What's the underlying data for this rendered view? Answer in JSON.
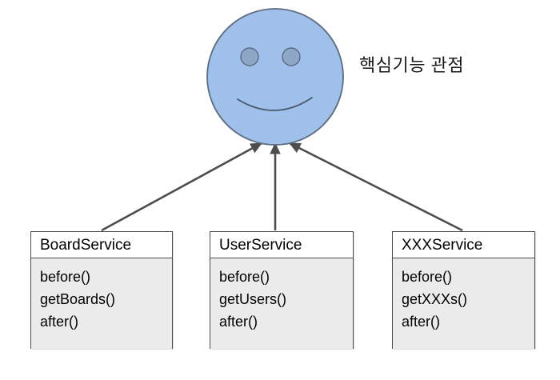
{
  "diagram": {
    "title_label": "핵심기능 관점",
    "face": {
      "icon": "smiley-face",
      "fill_color": "#9fc0ea",
      "stroke_color": "#5b6b80",
      "eye_fill_color": "#8ea7c6",
      "eye_icon_left": "eye-left",
      "eye_icon_right": "eye-right",
      "mouth_icon": "smile-mouth"
    },
    "arrow_color": "#4d4d4d",
    "arrows": [
      {
        "name": "arrow-boardservice-to-face",
        "from": "BoardService",
        "to": "핵심기능 관점"
      },
      {
        "name": "arrow-userservice-to-face",
        "from": "UserService",
        "to": "핵심기능 관점"
      },
      {
        "name": "arrow-xxxservice-to-face",
        "from": "XXXService",
        "to": "핵심기능 관점"
      }
    ],
    "classes": [
      {
        "name": "BoardService",
        "methods": [
          "before()",
          "getBoards()",
          "after()"
        ]
      },
      {
        "name": "UserService",
        "methods": [
          "before()",
          "getUsers()",
          "after()"
        ]
      },
      {
        "name": "XXXService",
        "methods": [
          "before()",
          "getXXXs()",
          "after()"
        ]
      }
    ]
  }
}
